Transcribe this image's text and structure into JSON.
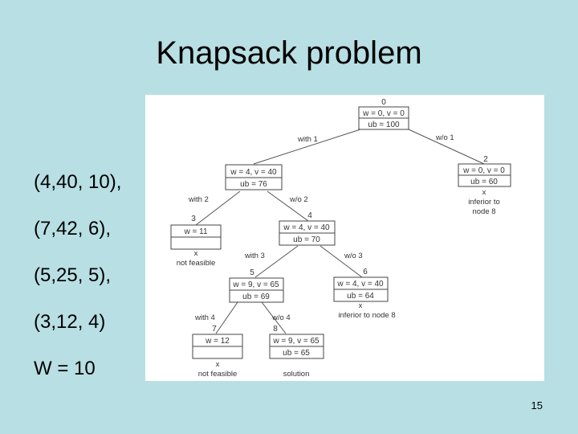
{
  "slide": {
    "title": "Knapsack problem",
    "items": [
      "(4,40, 10),",
      "(7,42, 6),",
      "(5,25, 5),",
      "(3,12, 4)"
    ],
    "capacity": "W = 10",
    "page_number": "15"
  },
  "tree": {
    "nodes": {
      "n0": {
        "id": "0",
        "line1": "w = 0, v = 0",
        "line2": "ub = 100"
      },
      "n1": {
        "id": "1",
        "line1": "w = 4, v = 40",
        "line2": "ub = 76"
      },
      "n2": {
        "id": "2",
        "line1": "w = 0, v = 0",
        "line2": "ub = 60",
        "note_mark": "x",
        "note1": "inferior to",
        "note2": "node 8"
      },
      "n3": {
        "id": "3",
        "line1": "w = 11",
        "line2": "",
        "note_mark": "x",
        "note1": "not feasible"
      },
      "n4": {
        "id": "4",
        "line1": "w = 4, v = 40",
        "line2": "ub = 70"
      },
      "n5": {
        "id": "5",
        "line1": "w = 9, v = 65",
        "line2": "ub = 69"
      },
      "n6": {
        "id": "6",
        "line1": "w = 4, v = 40",
        "line2": "ub = 64",
        "note_mark": "x",
        "note1": "inferior to node 8"
      },
      "n7": {
        "id": "7",
        "line1": "w = 12",
        "line2": "",
        "note_mark": "x",
        "note1": "not feasible"
      },
      "n8": {
        "id": "8",
        "line1": "w = 9, v = 65",
        "line2": "ub = 65",
        "note1": "solution"
      }
    },
    "edges": {
      "e01": "with 1",
      "e02": "w/o 1",
      "e13": "with 2",
      "e14": "w/o 2",
      "e45": "with 3",
      "e46": "w/o 3",
      "e57": "with 4",
      "e58": "w/o 4"
    }
  }
}
